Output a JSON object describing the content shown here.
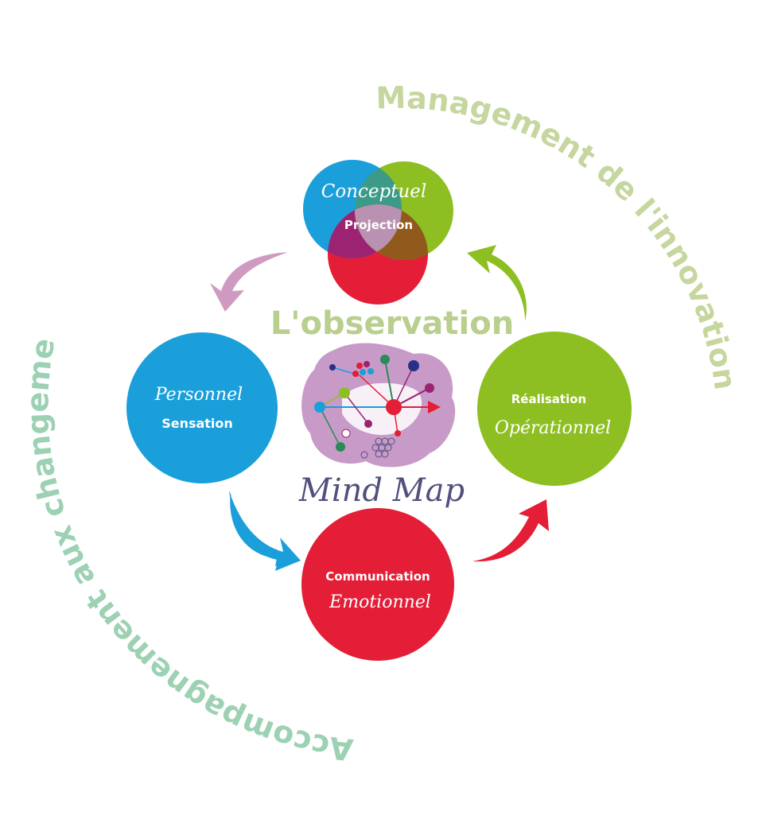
{
  "arc_top": {
    "text": "Management de l'innovation",
    "color": "#c5d69e"
  },
  "arc_left": {
    "text": "Accompagnement aux changements",
    "color": "#9cd1b3"
  },
  "center": {
    "title": "L'observation",
    "title_color": "#b9cf8e",
    "subtitle": "Mind Map",
    "subtitle_color": "#52507c"
  },
  "venn": {
    "script_label": "Conceptuel",
    "bold_label": "Projection",
    "colors": {
      "blue": "#1a9fda",
      "green": "#8dbf22",
      "red": "#e31e36",
      "overlap_purple": "#9b2372",
      "overlap_brown": "#8f5a1c",
      "overlap_center": "#b892b0",
      "overlap_teal": "#3b9a88"
    }
  },
  "nodes": {
    "left": {
      "script_label": "Personnel",
      "bold_label": "Sensation",
      "color": "#1a9fda"
    },
    "right": {
      "bold_label": "Réalisation",
      "script_label": "Opérationnel",
      "color": "#8dbf22"
    },
    "bottom": {
      "bold_label": "Communication",
      "script_label": "Emotionnel",
      "color": "#e31e36"
    }
  },
  "arrows": {
    "top_left": "#cf9ac2",
    "bottom_left": "#1a9fda",
    "bottom_right": "#e31e36",
    "top_right": "#8dbf22"
  },
  "mindmap": {
    "blob_color": "#c79ac8"
  }
}
